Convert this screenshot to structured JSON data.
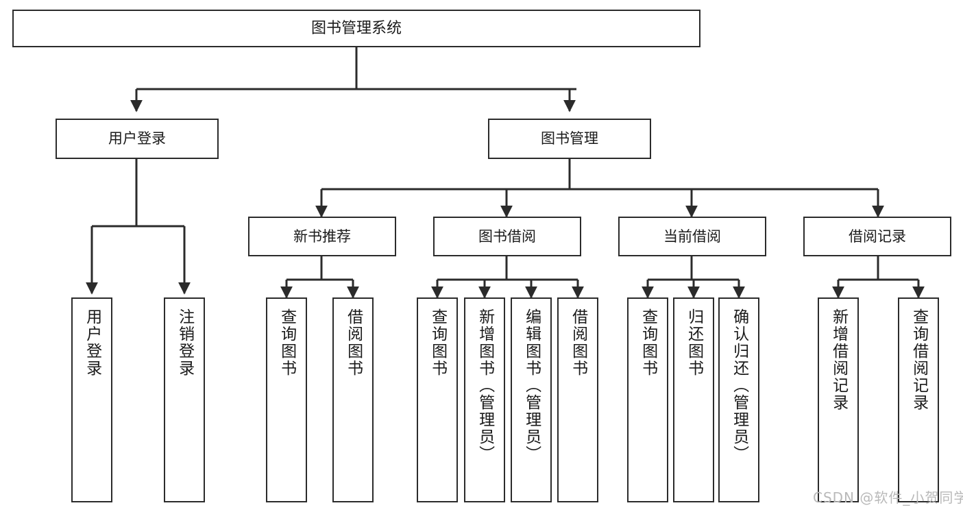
{
  "diagram": {
    "title": "图书管理系统",
    "type": "hierarchy-tree",
    "root": {
      "id": "root",
      "label": "图书管理系统"
    },
    "level1": [
      {
        "id": "user-login",
        "label": "用户登录"
      },
      {
        "id": "book-manage",
        "label": "图书管理"
      }
    ],
    "level2": [
      {
        "id": "new-book-rec",
        "label": "新书推荐",
        "parent": "book-manage"
      },
      {
        "id": "book-borrow",
        "label": "图书借阅",
        "parent": "book-manage"
      },
      {
        "id": "current-borrow",
        "label": "当前借阅",
        "parent": "book-manage"
      },
      {
        "id": "borrow-record",
        "label": "借阅记录",
        "parent": "book-manage"
      }
    ],
    "leaves": {
      "user_login": [
        {
          "id": "leaf-user-login",
          "label": "用户登录"
        },
        {
          "id": "leaf-logout-login",
          "label": "注销登录"
        }
      ],
      "new_book_rec": [
        {
          "id": "leaf-query-book-1",
          "label": "查询图书"
        },
        {
          "id": "leaf-borrow-book-1",
          "label": "借阅图书"
        }
      ],
      "book_borrow": [
        {
          "id": "leaf-query-book-2",
          "label": "查询图书"
        },
        {
          "id": "leaf-add-book",
          "label": "新增图书（管理员）"
        },
        {
          "id": "leaf-edit-book",
          "label": "编辑图书（管理员）"
        },
        {
          "id": "leaf-borrow-book-2",
          "label": "借阅图书"
        }
      ],
      "current_borrow": [
        {
          "id": "leaf-query-book-3",
          "label": "查询图书"
        },
        {
          "id": "leaf-return-book",
          "label": "归还图书"
        },
        {
          "id": "leaf-confirm-return",
          "label": "确认归还（管理员）"
        }
      ],
      "borrow_record": [
        {
          "id": "leaf-add-record",
          "label": "新增借阅记录"
        },
        {
          "id": "leaf-query-record",
          "label": "查询借阅记录"
        }
      ]
    }
  },
  "watermark": {
    "text": "CSDN @软件_小贺同学"
  },
  "colors": {
    "stroke": "#2b2b2b",
    "fill": "#ffffff",
    "text": "#1a1a1a",
    "watermark": "#b9b9b9"
  }
}
